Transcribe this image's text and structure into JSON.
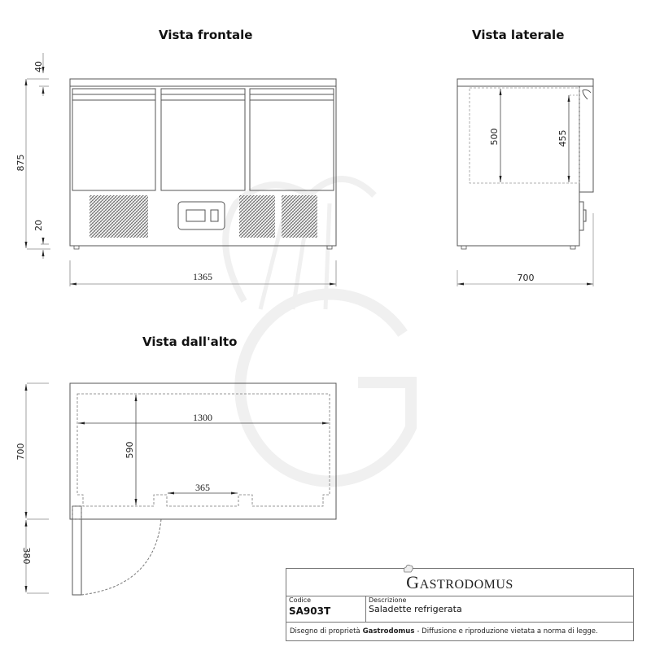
{
  "views": {
    "front": {
      "title": "Vista frontale",
      "dims": {
        "top_thickness": "40",
        "height": "875",
        "feet": "20",
        "width": "1365"
      }
    },
    "side": {
      "title": "Vista laterale",
      "dims": {
        "inner_height": "500",
        "door_height": "455",
        "depth": "700"
      }
    },
    "top": {
      "title": "Vista dall'alto",
      "dims": {
        "depth": "700",
        "door_swing": "380",
        "inner_width": "1300",
        "inner_depth": "590",
        "door_opening": "365"
      }
    }
  },
  "title_block": {
    "brand": "GASTRODOMUS",
    "brand_initial": "G",
    "brand_rest": "ASTRODOMUS",
    "code_label": "Codice",
    "code_value": "SA903T",
    "description_label": "Descrizione",
    "description_value": "Saladette refrigerata",
    "footer_prefix": "Disegno di proprietà",
    "footer_brand": "Gastrodomus",
    "footer_suffix": "- Diffusione e riproduzione vietata a norma di legge."
  },
  "colors": {
    "line": "#555555",
    "dim_line": "#888888",
    "grille": "#777777",
    "watermark": "#f1f1f1"
  }
}
